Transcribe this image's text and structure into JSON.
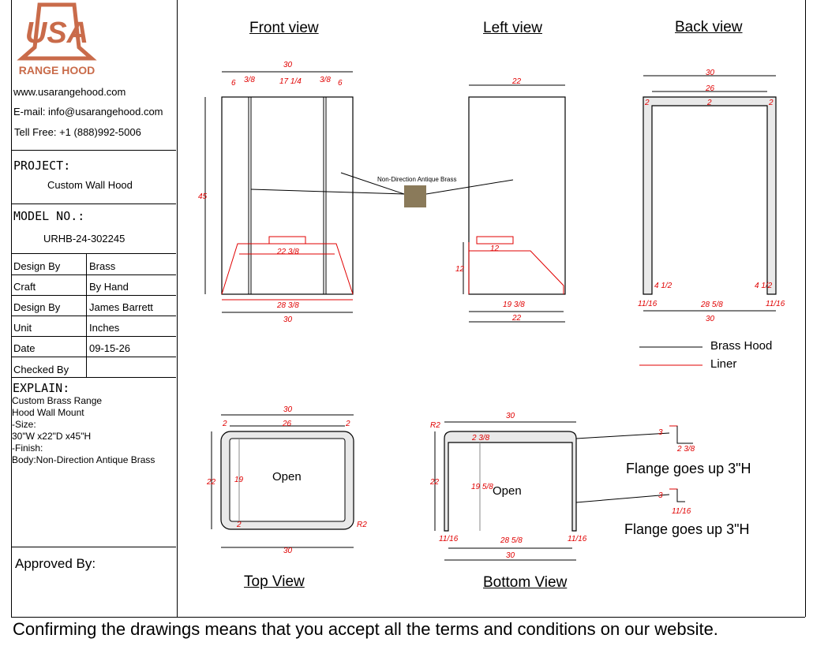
{
  "brand": {
    "logo_letters": "USA",
    "logo_tagline": "RANGE HOOD",
    "logo_color": "#c96b4a",
    "website": "www.usarangehood.com",
    "email": "E-mail: info@usarangehood.com",
    "phone": "Tell Free: +1 (888)992-5006"
  },
  "project": {
    "label": "PROJECT:",
    "value": "Custom Wall Hood"
  },
  "model": {
    "label": "MODEL NO.:",
    "value": "URHB-24-302245"
  },
  "specs": [
    {
      "label": "Design By",
      "value": "Brass"
    },
    {
      "label": "Craft",
      "value": "By Hand"
    },
    {
      "label": "Design By",
      "value": "James Barrett"
    },
    {
      "label": "Unit",
      "value": "Inches"
    },
    {
      "label": "Date",
      "value": "09-15-26"
    },
    {
      "label": "Checked By",
      "value": ""
    }
  ],
  "explain": {
    "label": "EXPLAIN:",
    "body": "Custom Brass Range\nHood Wall Mount\n-Size:\n30\"W x22\"D x45\"H\n-Finish:\nBody:Non-Direction Antique Brass"
  },
  "approved_by": "Approved By:",
  "views": {
    "front": "Front view",
    "left": "Left view",
    "back": "Back view",
    "top": "Top View",
    "bottom": "Bottom View"
  },
  "material_callout": "Non-Direction Antique Brass",
  "material_swatch_color": "#8a7a5a",
  "legend": [
    {
      "label": "Brass Hood",
      "color": "#000000"
    },
    {
      "label": "Liner",
      "color": "#e00000"
    }
  ],
  "dims": {
    "front": {
      "top": "30",
      "left_off": "6",
      "frac1": "3/8",
      "mid": "17 1/4",
      "frac2": "3/8",
      "right_off": "6",
      "height": "45",
      "liner_top": "22 3/8",
      "liner_bottom": "28 3/8",
      "bottom": "30"
    },
    "left": {
      "top": "22",
      "liner_h": "12",
      "liner_top": "12",
      "liner_bottom": "19 3/8",
      "bottom": "22"
    },
    "back": {
      "top": "30",
      "inner": "26",
      "wall_l": "2",
      "wall_c": "2",
      "wall_r": "2",
      "return_l": "4 1/2",
      "return_r": "4 1/2",
      "flange_l": "11/16",
      "flange_r": "11/16",
      "inner_bottom": "28 5/8",
      "bottom": "30"
    },
    "top": {
      "top": "30",
      "inner": "26",
      "wall_l": "2",
      "wall_r": "2",
      "depth": "22",
      "inner_depth": "19",
      "back_wall": "2",
      "radius": "R2",
      "bottom": "30",
      "center": "Open"
    },
    "bottom": {
      "top": "30",
      "radius": "R2",
      "wall": "2 3/8",
      "depth": "22",
      "inner_depth": "19 5/8",
      "flange_l": "11/16",
      "inner_bottom": "28 5/8",
      "flange_r": "11/16",
      "bottom": "30",
      "center": "Open"
    }
  },
  "flange_details": [
    {
      "height": "3",
      "width": "2 3/8",
      "note": "Flange goes up 3\"H"
    },
    {
      "height": "3",
      "width": "11/16",
      "note": "Flange goes up 3\"H"
    }
  ],
  "footer": "Confirming the drawings means that you accept all the terms and conditions on our website."
}
